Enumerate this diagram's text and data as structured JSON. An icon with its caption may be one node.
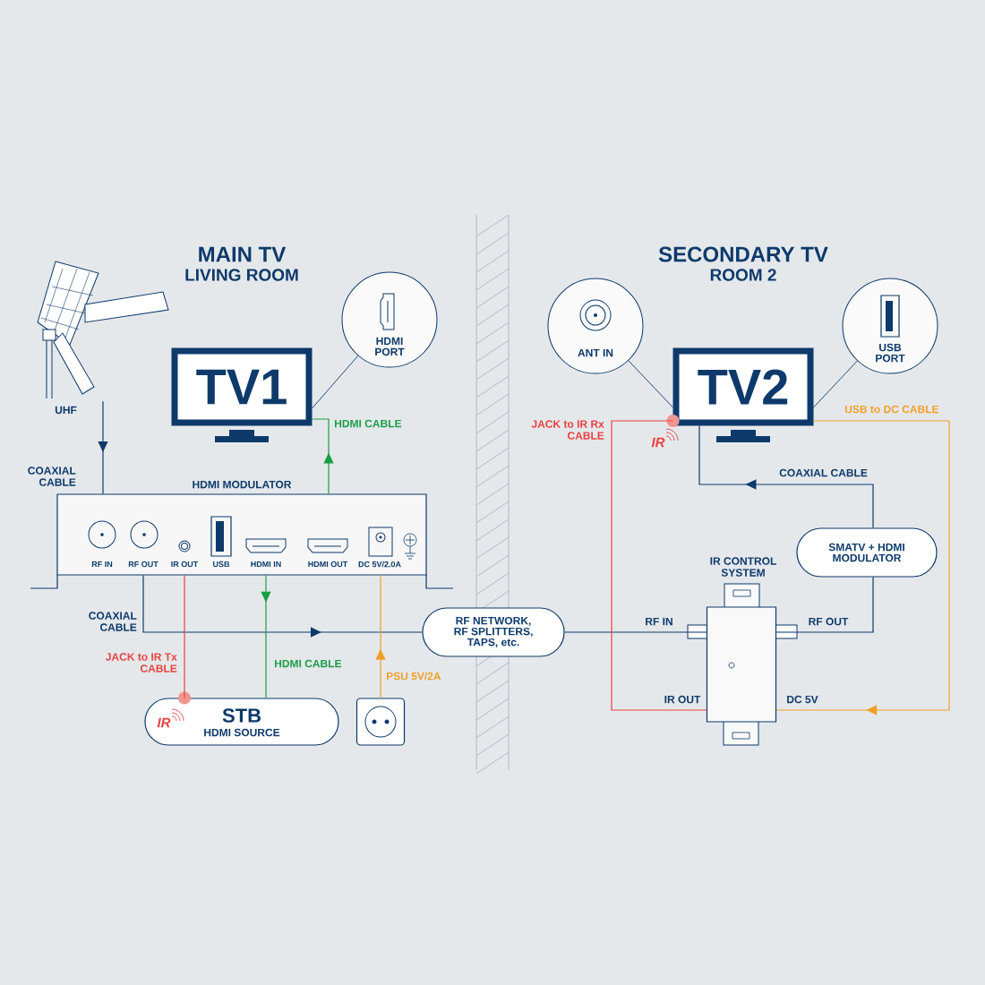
{
  "diagram": {
    "nodes": [
      {
        "text": [],
        "shape": "picture",
        "beside": [
          "UHF"
        ]
      },
      {
        "text": [
          "TV1"
        ]
      },
      {
        "text": [
          "HDMI PORT"
        ]
      },
      {
        "text": [
          "HDMI MODULATOR"
        ]
      },
      {
        "text": [
          "RF NETWORK, RF SPLITTERS, TAPS, etc."
        ]
      },
      {
        "text": [
          "STB",
          "HDMI SOURCE"
        ]
      },
      {
        "text": [],
        "shape": "box"
      },
      {
        "text": [
          "ANT IN"
        ]
      },
      {
        "text": [
          "TV2"
        ]
      },
      {
        "text": [
          "USB PORT"
        ]
      },
      {
        "text": [
          "SMATV + HDMI MODULATOR"
        ]
      },
      {
        "text": [
          "IR CONTROL SYSTEM"
        ]
      }
    ],
    "edges": [
      {
        "from": 0,
        "to": 3,
        "arrow": "to",
        "label": "COAXIAL CABLE"
      },
      {
        "from": 3,
        "to": 1,
        "arrow": "to",
        "label": "HDMI CABLE",
        "color": "#1a9e46"
      },
      {
        "from": 1,
        "to": 2,
        "arrow": "none"
      },
      {
        "from": 3,
        "to": 4,
        "arrow": "to",
        "label": "COAXIAL CABLE"
      },
      {
        "from": 3,
        "to": 5,
        "arrow": "none",
        "label": "JACK to IR Tx CABLE",
        "color": "#e8423f"
      },
      {
        "from": 3,
        "to": 5,
        "arrow": "to",
        "label": "HDMI CABLE",
        "color": "#1a9e46"
      },
      {
        "from": 6,
        "to": 3,
        "arrow": "to",
        "label": "PSU 5V/2A",
        "color": "#f0a02a"
      },
      {
        "from": 4,
        "to": 11,
        "arrow": "none"
      },
      {
        "from": 11,
        "to": 10,
        "arrow": "none"
      },
      {
        "from": 10,
        "to": 8,
        "arrow": "to",
        "label": "COAXIAL CABLE"
      },
      {
        "from": 11,
        "to": 8,
        "arrow": "none",
        "label": "JACK to IR Rx CABLE",
        "color": "#e8423f"
      },
      {
        "from": 8,
        "to": 11,
        "arrow": "to",
        "label": "USB to DC CABLE",
        "color": "#f0a02a"
      },
      {
        "from": 8,
        "to": 7,
        "arrow": "none"
      },
      {
        "from": 8,
        "to": 9,
        "arrow": "none"
      }
    ],
    "labels": [
      "MAIN TV",
      "LIVING ROOM",
      "SECONDARY TV",
      "ROOM 2",
      "RF IN",
      "RF OUT",
      "IR OUT",
      "USB",
      "HDMI IN",
      "HDMI OUT",
      "DC 5V/2.0A",
      "IR",
      "IR",
      "RF IN",
      "RF OUT",
      "IR OUT",
      "DC 5V"
    ]
  }
}
